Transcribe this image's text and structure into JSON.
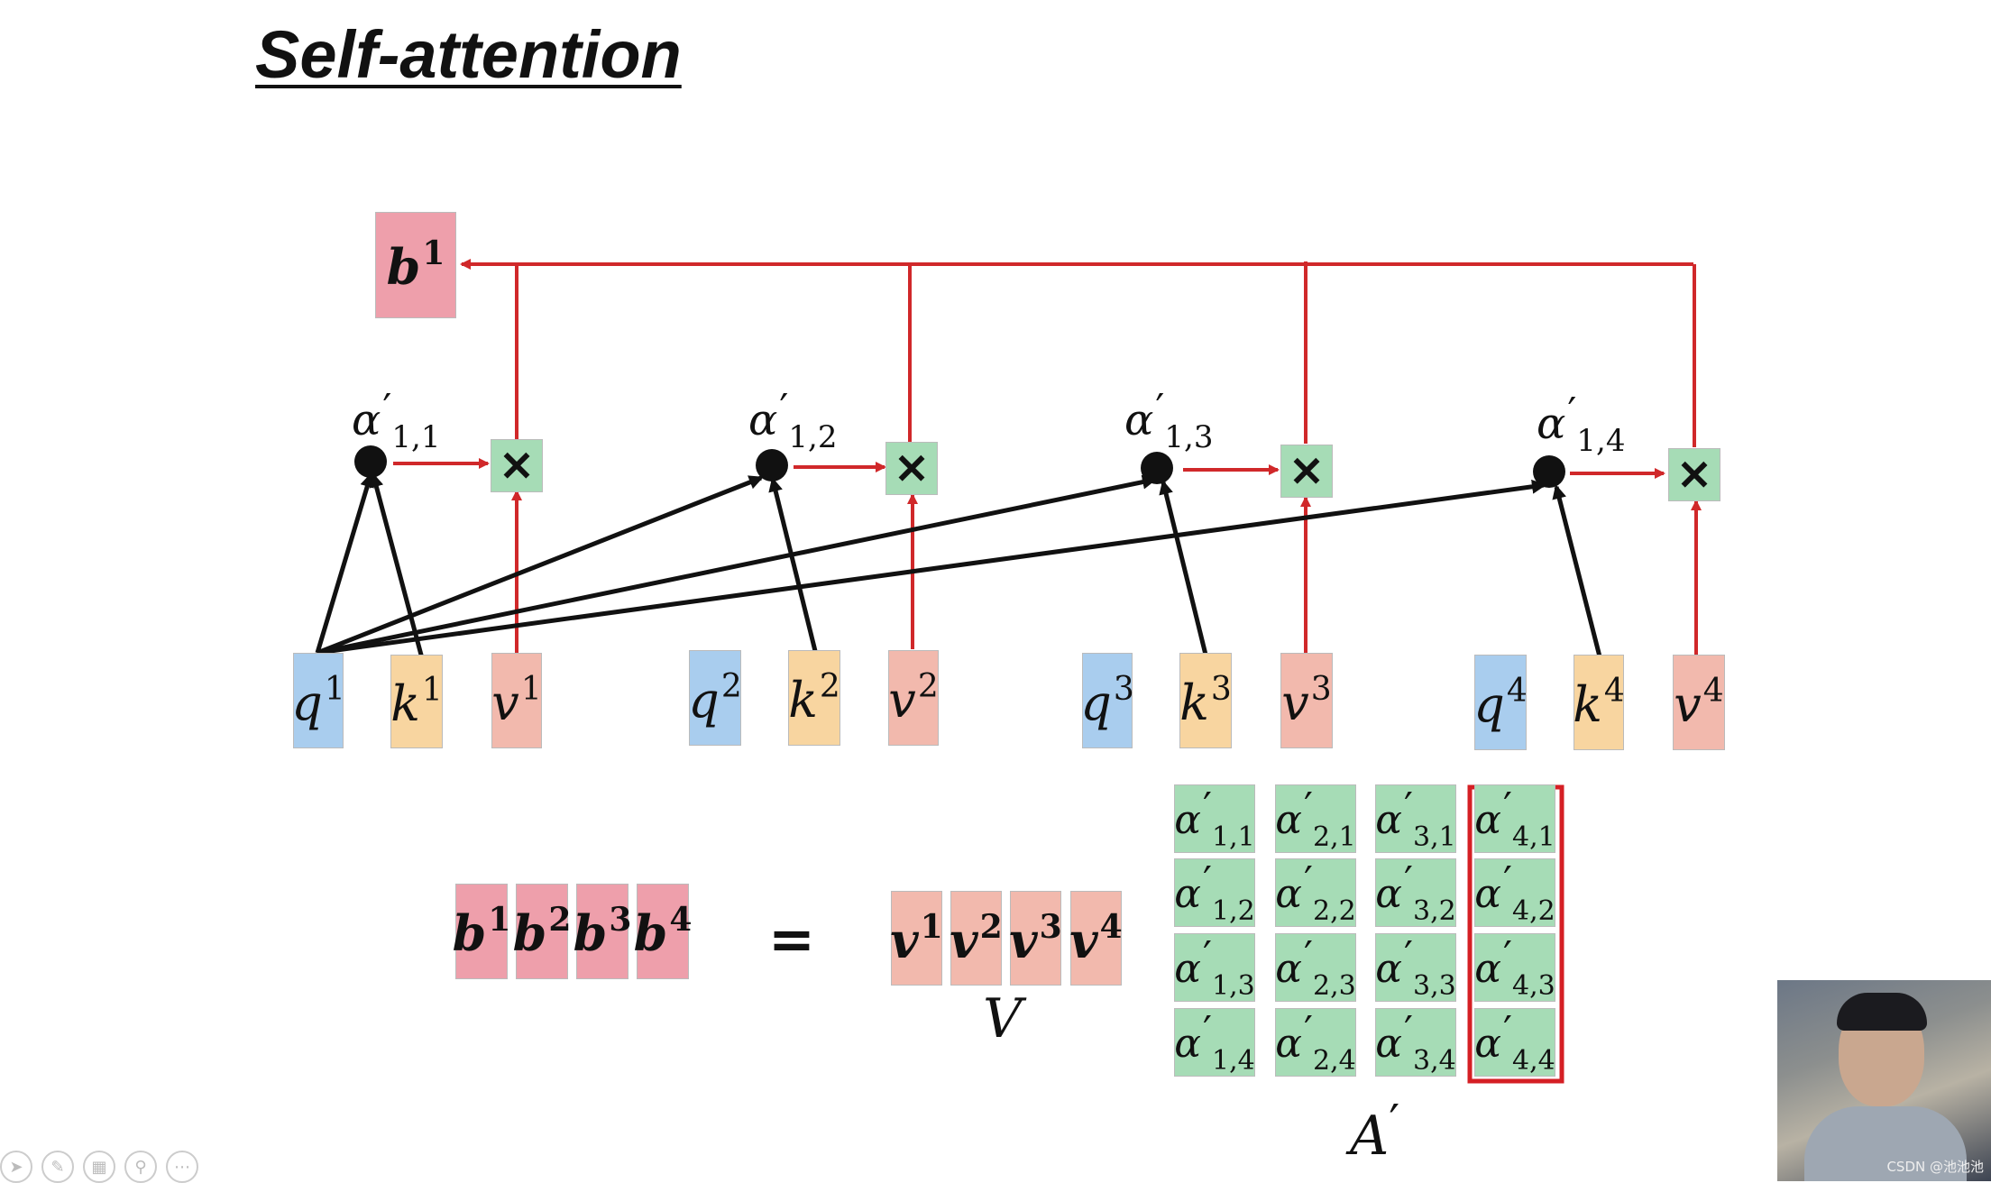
{
  "title": "Self-attention",
  "output": {
    "base": "b",
    "sup": "1"
  },
  "columns": [
    {
      "q": "q",
      "k": "k",
      "v": "v",
      "idx": "1",
      "alpha": "α",
      "prime": "′",
      "sub": "1,1"
    },
    {
      "q": "q",
      "k": "k",
      "v": "v",
      "idx": "2",
      "alpha": "α",
      "prime": "′",
      "sub": "1,2"
    },
    {
      "q": "q",
      "k": "k",
      "v": "v",
      "idx": "3",
      "alpha": "α",
      "prime": "′",
      "sub": "1,3"
    },
    {
      "q": "q",
      "k": "k",
      "v": "v",
      "idx": "4",
      "alpha": "α",
      "prime": "′",
      "sub": "1,4"
    }
  ],
  "multiply_symbol": "✕",
  "equation": {
    "b_row": [
      {
        "base": "b",
        "sup": "1"
      },
      {
        "base": "b",
        "sup": "2"
      },
      {
        "base": "b",
        "sup": "3"
      },
      {
        "base": "b",
        "sup": "4"
      }
    ],
    "equals": "=",
    "v_row": [
      {
        "base": "v",
        "sup": "1"
      },
      {
        "base": "v",
        "sup": "2"
      },
      {
        "base": "v",
        "sup": "3"
      },
      {
        "base": "v",
        "sup": "4"
      }
    ],
    "v_label": "V",
    "a_label": {
      "base": "A",
      "prime": "′"
    },
    "a_matrix": [
      [
        "1,1",
        "2,1",
        "3,1",
        "4,1"
      ],
      [
        "1,2",
        "2,2",
        "3,2",
        "4,2"
      ],
      [
        "1,3",
        "2,3",
        "3,3",
        "4,3"
      ],
      [
        "1,4",
        "2,4",
        "3,4",
        "4,4"
      ]
    ],
    "alpha_symbol": "α",
    "prime_symbol": "′"
  },
  "watermark": "CSDN @池池池",
  "colors": {
    "q": "#a9cdee",
    "k": "#f8d5a0",
    "v": "#f2b9ad",
    "b": "#ee9fab",
    "alpha": "#a6dcb6",
    "red_arrow": "#d0282a",
    "black_arrow": "#111111"
  },
  "toolbar_icons": [
    "arrow-icon",
    "pen-icon",
    "slides-icon",
    "zoom-icon",
    "more-icon"
  ]
}
